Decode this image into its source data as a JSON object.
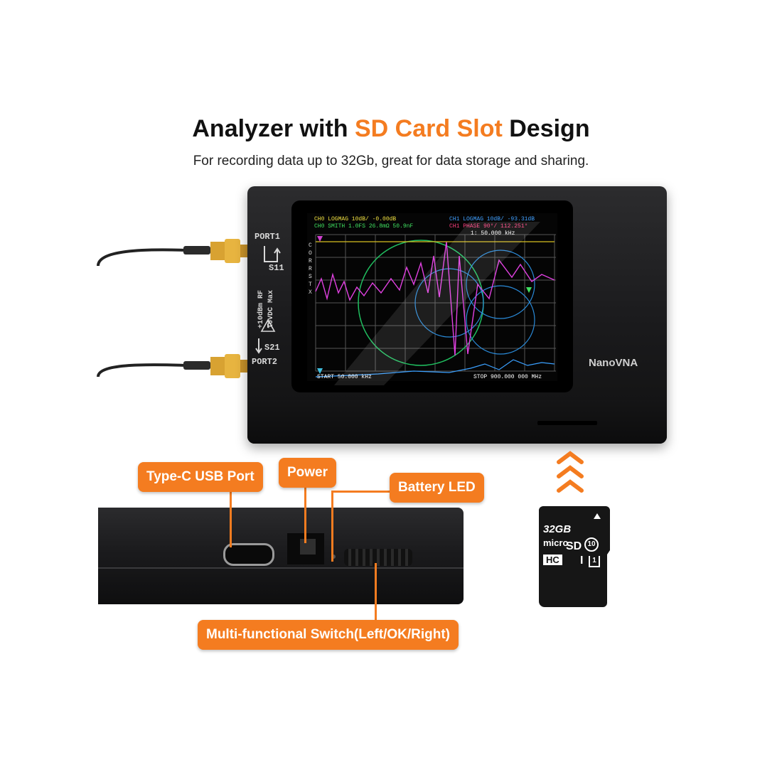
{
  "headline": {
    "prefix": "Analyzer with ",
    "highlight": "SD Card Slot",
    "suffix": " Design",
    "highlight_color": "#f47c20"
  },
  "subheadline": "For recording data up to 32Gb, great for data storage and sharing.",
  "device": {
    "brand": "NanoVNA",
    "port1_label": "PORT1",
    "s11_label": "S11",
    "port2_label": "PORT2",
    "s21_label": "S21",
    "rating_line1": "+10dBm RF",
    "rating_line2": "10VDC Max",
    "screen": {
      "ch0_line": "CH0 LOGMAG 10dB/ -0.00dB",
      "ch1_line": "CH1 LOGMAG 10dB/ -93.31dB",
      "ch0_smith": "CH0 SMITH 1.0FS  26.8mΩ 50.9nF",
      "ch1_phase": "CH1 PHASE 90°/  112.251°",
      "marker": "1: 50.000 kHz",
      "side_menu": "C O R R S T X",
      "start": "START 50.000 kHz",
      "stop": "STOP 900.000 000 MHz"
    }
  },
  "sd_card": {
    "capacity": "32GB",
    "brand_line1": "micro",
    "brand_line2": "SD",
    "brand_line3": "HC",
    "class": "10",
    "uhs": "I",
    "uhs_num": "1"
  },
  "callouts": {
    "type_c": "Type-C USB Port",
    "power": "Power",
    "battery_led": "Battery LED",
    "switch": "Multi-functional Switch(Left/OK/Right)"
  },
  "colors": {
    "accent": "#f47c20",
    "device": "#1c1c1e"
  }
}
